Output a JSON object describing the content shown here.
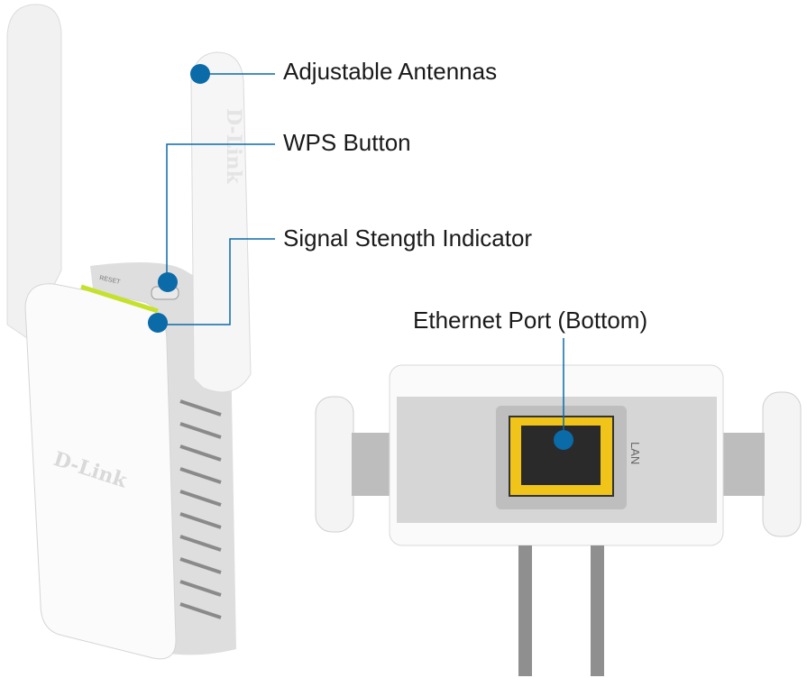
{
  "callouts": {
    "antennas": "Adjustable Antennas",
    "wps": "WPS Button",
    "signal": "Signal Stength Indicator",
    "ethernet": "Ethernet Port (Bottom)"
  },
  "device": {
    "brand": "D-Link",
    "reset_label": "RESET",
    "port_label": "LAN"
  },
  "colors": {
    "callout": "#0b6aa8",
    "led": "#c6e12a",
    "port": "#f0c419"
  }
}
